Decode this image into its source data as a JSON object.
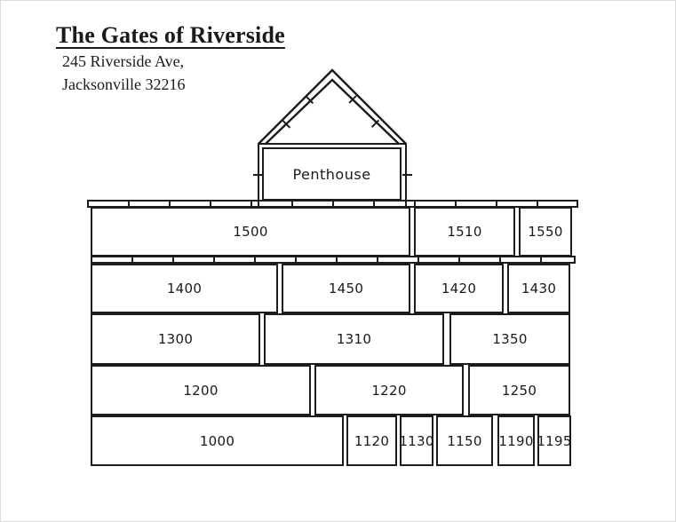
{
  "page": {
    "title": "The Gates of Riverside",
    "address_line1": "245 Riverside Ave,",
    "address_line2": "Jacksonville 32216"
  },
  "building": {
    "penthouse_label": "Penthouse",
    "floors": [
      {
        "units": [
          "1500",
          "1510",
          "1550"
        ]
      },
      {
        "units": [
          "1400",
          "1450",
          "1420",
          "1430"
        ]
      },
      {
        "units": [
          "1300",
          "1310",
          "1350"
        ]
      },
      {
        "units": [
          "1200",
          "1220",
          "1250"
        ]
      },
      {
        "units": [
          "1000",
          "1120",
          "1130",
          "1150",
          "1190",
          "1195"
        ]
      }
    ]
  },
  "colors": {
    "line": "#1c1c1c",
    "background": "#ffffff",
    "text": "#1a1a1a"
  }
}
